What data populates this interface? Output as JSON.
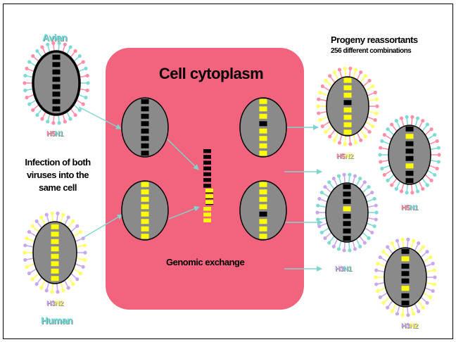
{
  "title": "Cell  cytoplasm",
  "progeny": {
    "title": "Progeny reassortants",
    "subtitle": "256 different combinations"
  },
  "infection_label": "Infection of both viruses into the same cell",
  "genomic_label": "Genomic exchange",
  "source_viruses": {
    "avian": {
      "name": "Avian",
      "subtype": {
        "h": "H5",
        "n": "N1"
      }
    },
    "human": {
      "name": "Human",
      "subtype": {
        "h": "H3",
        "n": "N2"
      }
    }
  },
  "progeny_labels": [
    {
      "h": "H5",
      "n": "N2"
    },
    {
      "h": "H5",
      "n": "N1"
    },
    {
      "h": "H3",
      "n": "N1"
    },
    {
      "h": "H3",
      "n": "N2"
    }
  ],
  "colors": {
    "cytoplasm": "#f2647e",
    "virus_body": "#8a8a8a",
    "avian_segment": "#000000",
    "human_segment": "#ffff00",
    "arrow": "#7fd4d0",
    "h5": "#ff8fa8",
    "n1": "#7fdad6",
    "h3": "#c8a8e8",
    "n2": "#ffff66"
  }
}
